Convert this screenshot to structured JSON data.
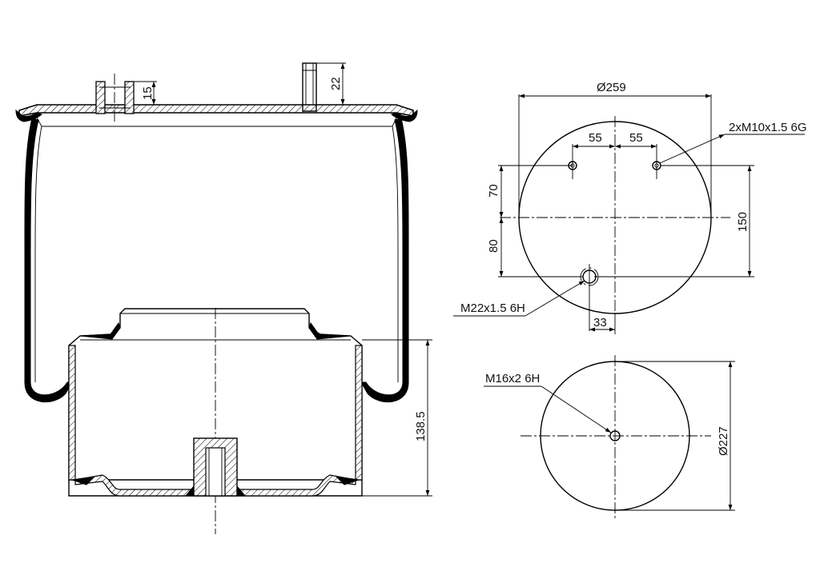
{
  "side_view": {
    "dims": {
      "top_port_height": "15",
      "top_stud_height": "22",
      "piston_height": "138.5"
    }
  },
  "top_view": {
    "dims": {
      "diameter": "Ø259",
      "stud_spacing_left": "55",
      "stud_spacing_right": "55",
      "offset_70": "70",
      "offset_80": "80",
      "span_150": "150",
      "port_offset_33": "33"
    },
    "callouts": {
      "studs": "2xM10x1.5 6G",
      "air_port": "M22x1.5 6H"
    }
  },
  "bottom_view": {
    "dims": {
      "diameter": "Ø227"
    },
    "callouts": {
      "thread": "M16x2 6H"
    }
  }
}
